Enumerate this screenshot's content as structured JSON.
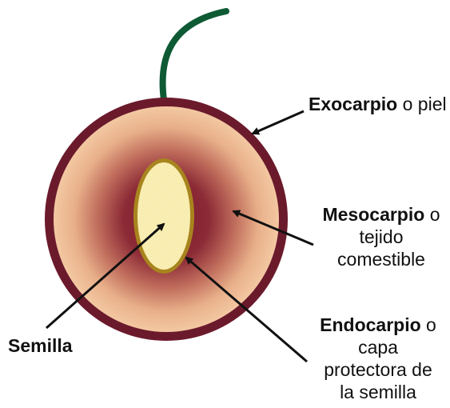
{
  "labels": {
    "exocarpio": {
      "term": "Exocarpio",
      "rest": " o piel"
    },
    "mesocarpio": {
      "term": "Mesocarpio",
      "rest_line1": " o",
      "line2": "tejido",
      "line3": "comestible"
    },
    "endocarpio": {
      "term": "Endocarpio",
      "rest_line1": " o",
      "line2": "capa",
      "line3": "protectora de",
      "line4": "la semilla"
    },
    "semilla": {
      "term": "Semilla"
    }
  },
  "colors": {
    "stem": "#0e5a34",
    "exocarp": "#6b1a2c",
    "mesocarp_outer": "#f1c29c",
    "mesocarp_inner": "#7b1d2e",
    "endocarp": "#a8841e",
    "seed": "#fbf1b8",
    "arrow": "#111111"
  }
}
